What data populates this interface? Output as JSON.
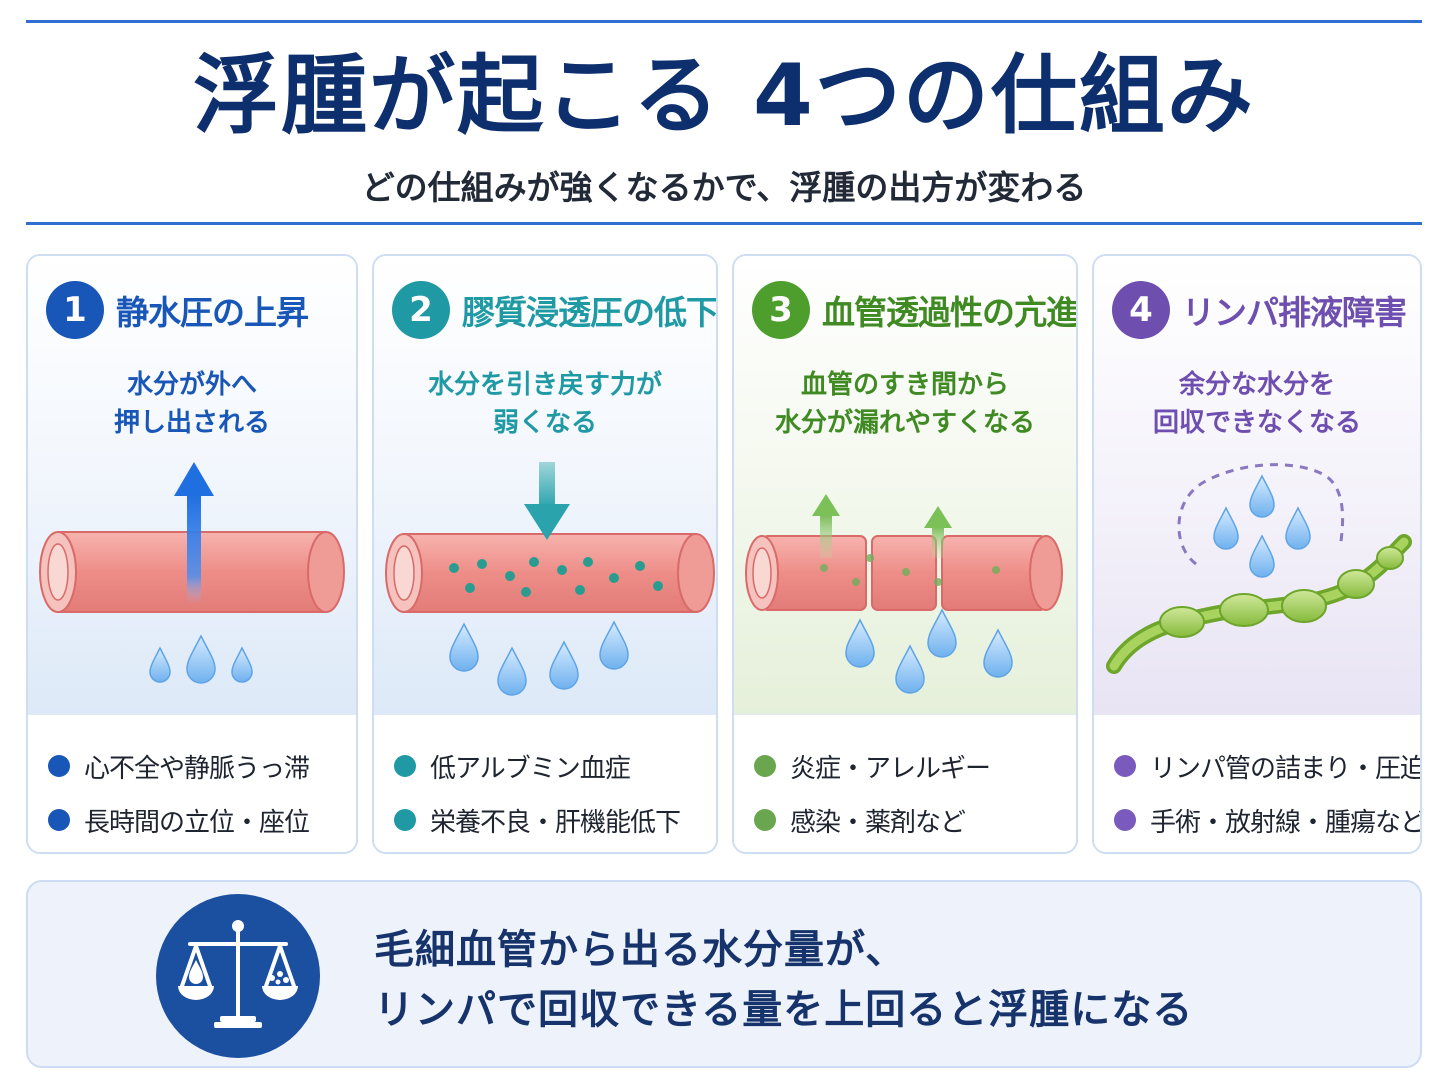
{
  "header": {
    "title": "浮腫が起こる 4つの仕組み",
    "subtitle": "どの仕組みが強くなるかで、浮腫の出方が変わる"
  },
  "cards": [
    {
      "number": "1",
      "title": "静水圧の上昇",
      "desc_lines": [
        "水分が外へ",
        "押し出される"
      ],
      "bullets": [
        "心不全や静脈うっ滞",
        "長時間の立位・座位"
      ],
      "accent": "#1857b8"
    },
    {
      "number": "2",
      "title": "膠質浸透圧の低下",
      "desc_lines": [
        "水分を引き戻す力が",
        "弱くなる"
      ],
      "bullets": [
        "低アルブミン血症",
        "栄養不良・肝機能低下"
      ],
      "accent": "#1f9aa5"
    },
    {
      "number": "3",
      "title": "血管透過性の亢進",
      "desc_lines": [
        "血管のすき間から",
        "水分が漏れやすくなる"
      ],
      "bullets": [
        "炎症・アレルギー",
        "感染・薬剤など"
      ],
      "accent": "#4d9e2c"
    },
    {
      "number": "4",
      "title": "リンパ排液障害",
      "desc_lines": [
        "余分な水分を",
        "回収できなくなる"
      ],
      "bullets": [
        "リンパ管の詰まり・圧迫",
        "手術・放射線・腫瘍など"
      ],
      "accent": "#6e4fb0"
    }
  ],
  "summary": {
    "icon": "balance-scale-icon",
    "lines": [
      "毛細血管から出る水分量が、",
      "リンパで回収できる量を上回ると浮腫になる"
    ]
  }
}
